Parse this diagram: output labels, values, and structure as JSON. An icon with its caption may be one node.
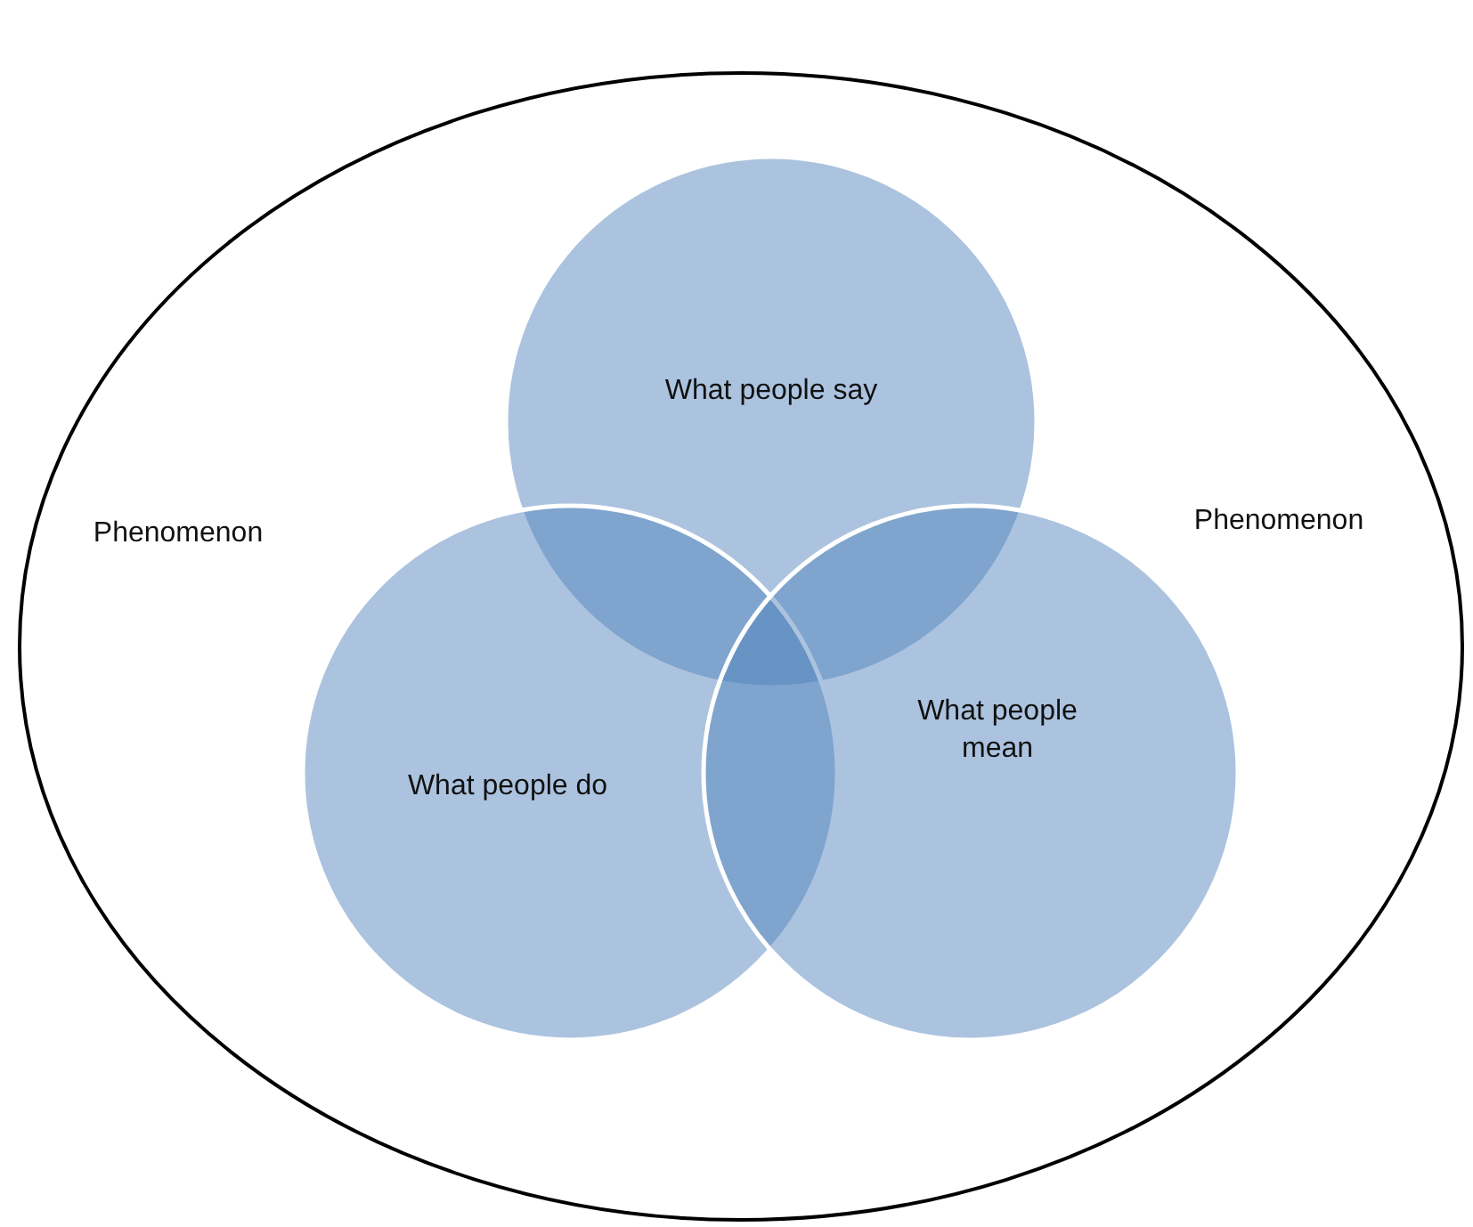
{
  "diagram": {
    "nodes": [
      {
        "text": [
          "Phenomenon",
          "Phenomenon"
        ]
      },
      {
        "text": [
          "What people say"
        ],
        "in": 0
      },
      {
        "text": [
          "What people do"
        ],
        "in": 0
      },
      {
        "text": [
          "What people mean"
        ],
        "in": 0
      }
    ]
  }
}
